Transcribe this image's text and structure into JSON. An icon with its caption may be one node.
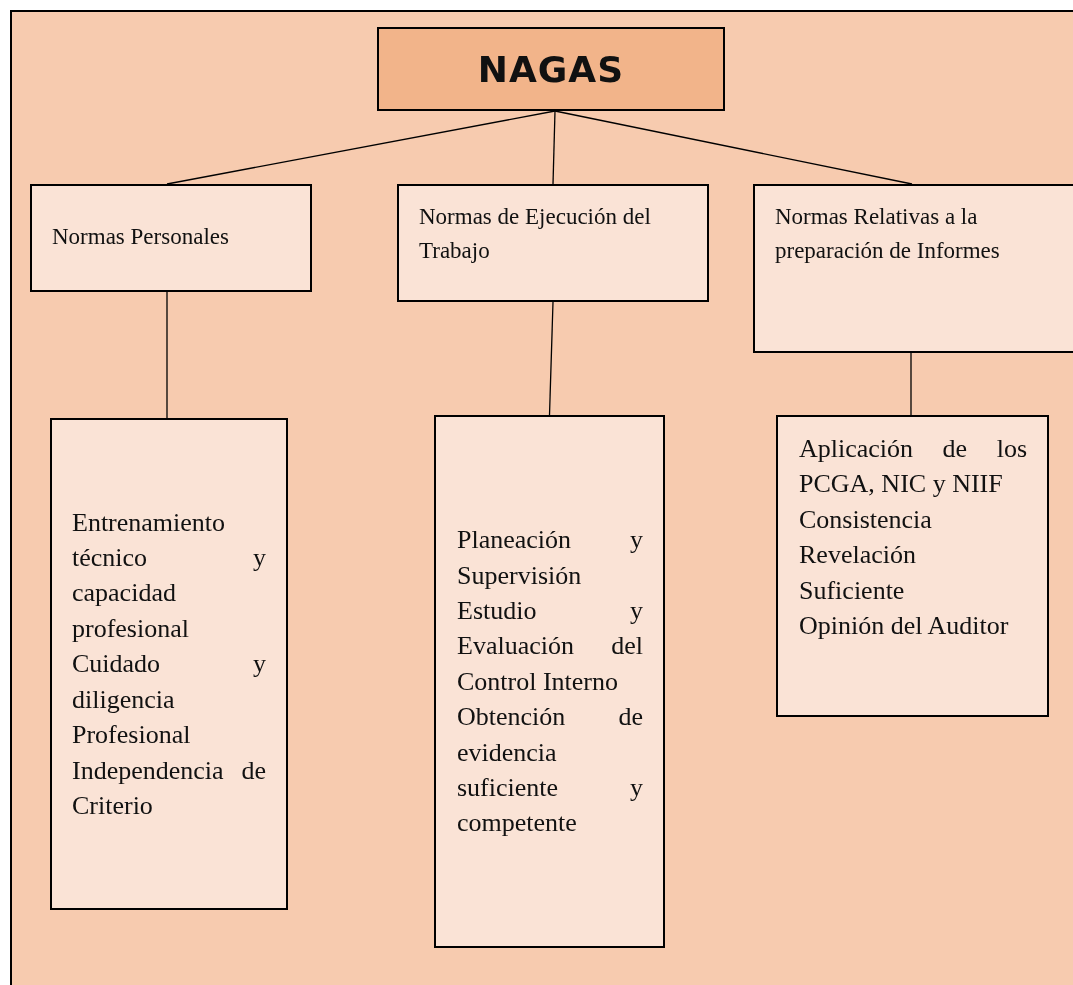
{
  "diagram": {
    "nodes": [
      {
        "text": [
          "NAGAS"
        ]
      },
      {
        "text": [
          "Normas Personales"
        ]
      },
      {
        "text": [
          "Normas de Ejecución del Trabajo"
        ]
      },
      {
        "text": [
          "Normas Relativas a la preparación de Informes"
        ]
      },
      {
        "text": [
          "Entrenamiento técnico y capacidad profesional",
          "Cuidado y diligencia Profesional",
          "Independencia de Criterio"
        ]
      },
      {
        "text": [
          "Planeación y Supervisión",
          "Estudio y Evaluación del Control Interno",
          "Obtención de evidencia suficiente y competente"
        ]
      },
      {
        "text": [
          "Aplicación de los PCGA, NIC y NIIF",
          "Consistencia",
          "Revelación Suficiente",
          "Opinión del Auditor"
        ]
      }
    ],
    "edges": [
      {
        "from": 0,
        "to": 1,
        "arrow": "none"
      },
      {
        "from": 0,
        "to": 2,
        "arrow": "none"
      },
      {
        "from": 0,
        "to": 3,
        "arrow": "none"
      },
      {
        "from": 1,
        "to": 4,
        "arrow": "none"
      },
      {
        "from": 2,
        "to": 5,
        "arrow": "none"
      },
      {
        "from": 3,
        "to": 6,
        "arrow": "none"
      }
    ]
  }
}
